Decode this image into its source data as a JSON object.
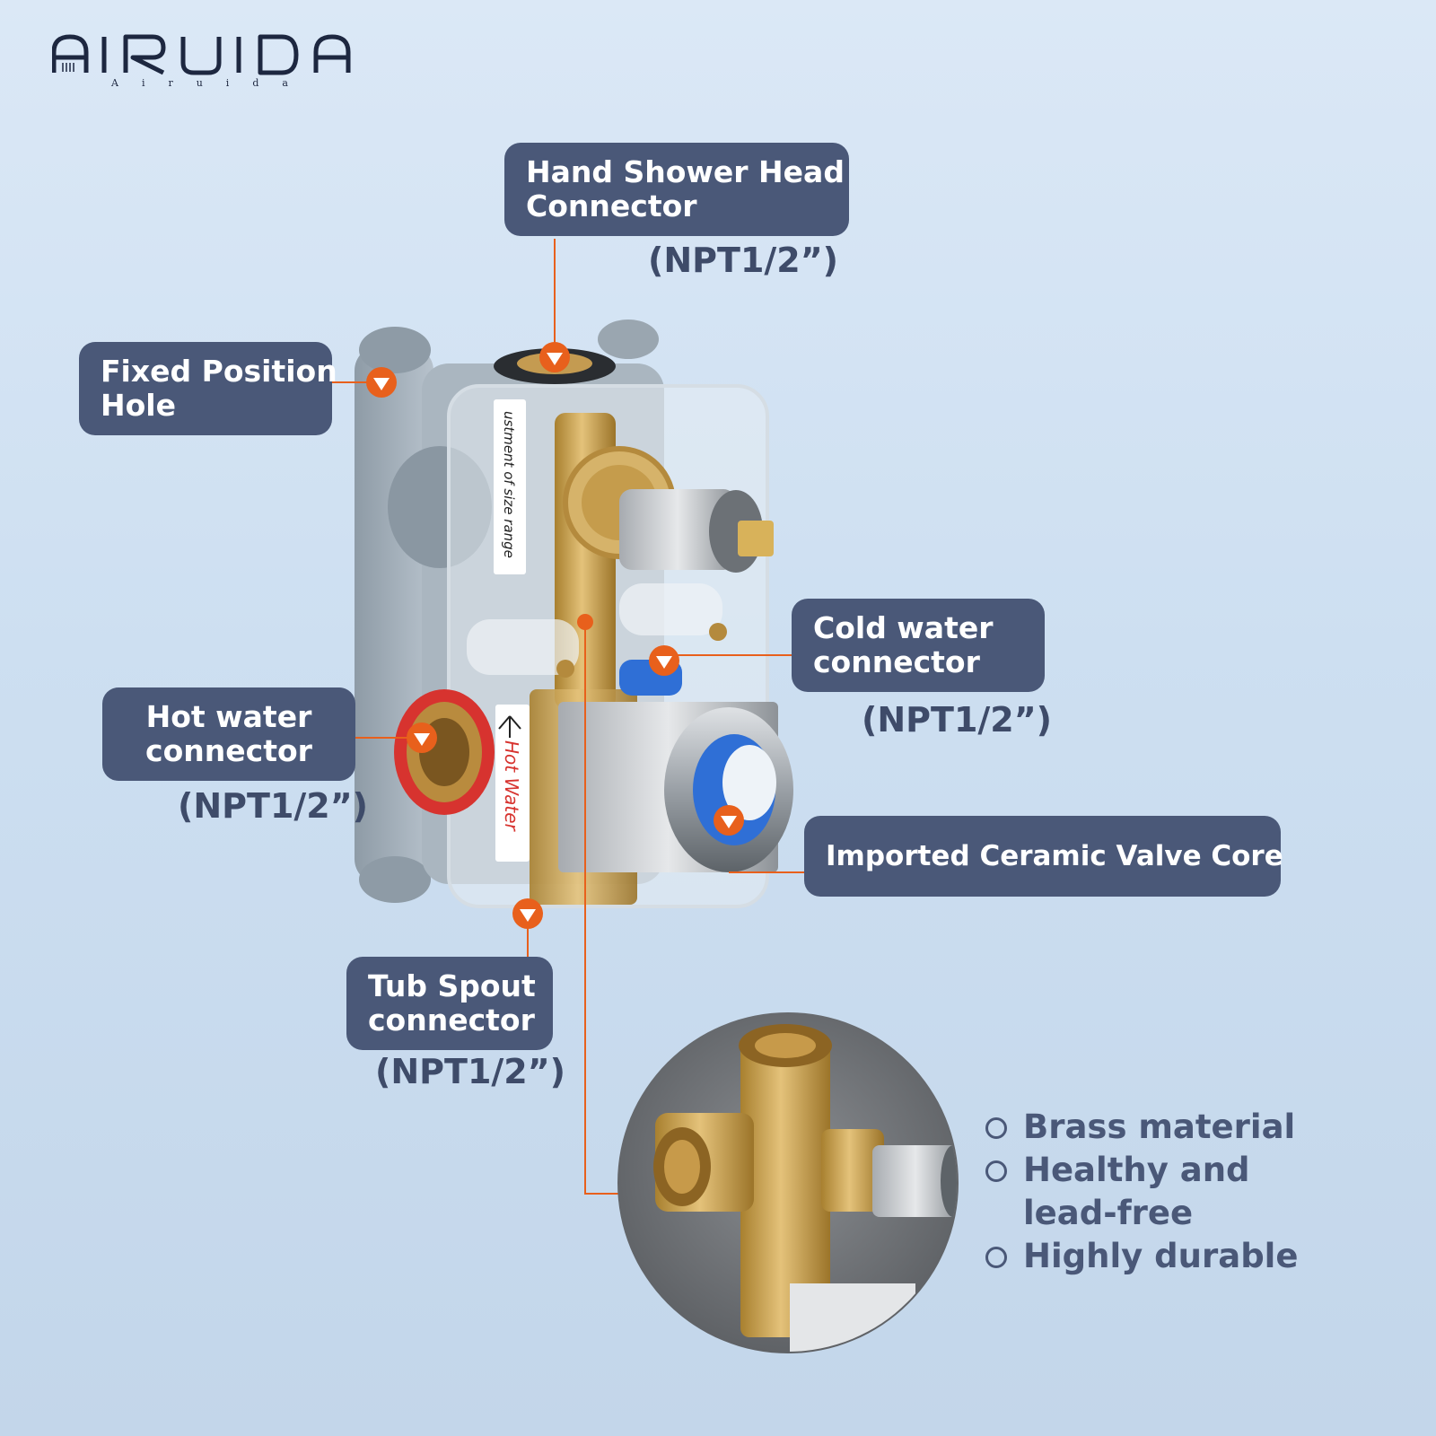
{
  "brand": {
    "name": "AIRUIDA",
    "sub": "Airuida"
  },
  "labels": {
    "hand_shower": {
      "line1": "Hand Shower Head",
      "line2": "Connector",
      "npt": "(NPT1/2”)"
    },
    "fixed_position": {
      "line1": "Fixed Position",
      "line2": "Hole"
    },
    "cold_water": {
      "line1": "Cold water",
      "line2": "connector",
      "npt": "(NPT1/2”)"
    },
    "hot_water": {
      "line1": "Hot water",
      "line2": "connector",
      "npt": "(NPT1/2”)"
    },
    "valve_core": {
      "line1": "Imported Ceramic Valve Core"
    },
    "tub_spout": {
      "line1": "Tub Spout",
      "line2": "connector",
      "npt": "(NPT1/2”)"
    }
  },
  "product_text": {
    "sticker_top": "ustment of size range",
    "sticker_hot": "Hot Water"
  },
  "features": [
    {
      "text": "Brass material"
    },
    {
      "text": "Healthy and lead-free"
    },
    {
      "text": "Highly durable"
    }
  ],
  "colors": {
    "label_bg": "#4a5878",
    "accent_orange": "#e8601c",
    "brass": "#c9a257",
    "hot_red": "#d7332f",
    "cold_blue": "#2f6fd6"
  }
}
